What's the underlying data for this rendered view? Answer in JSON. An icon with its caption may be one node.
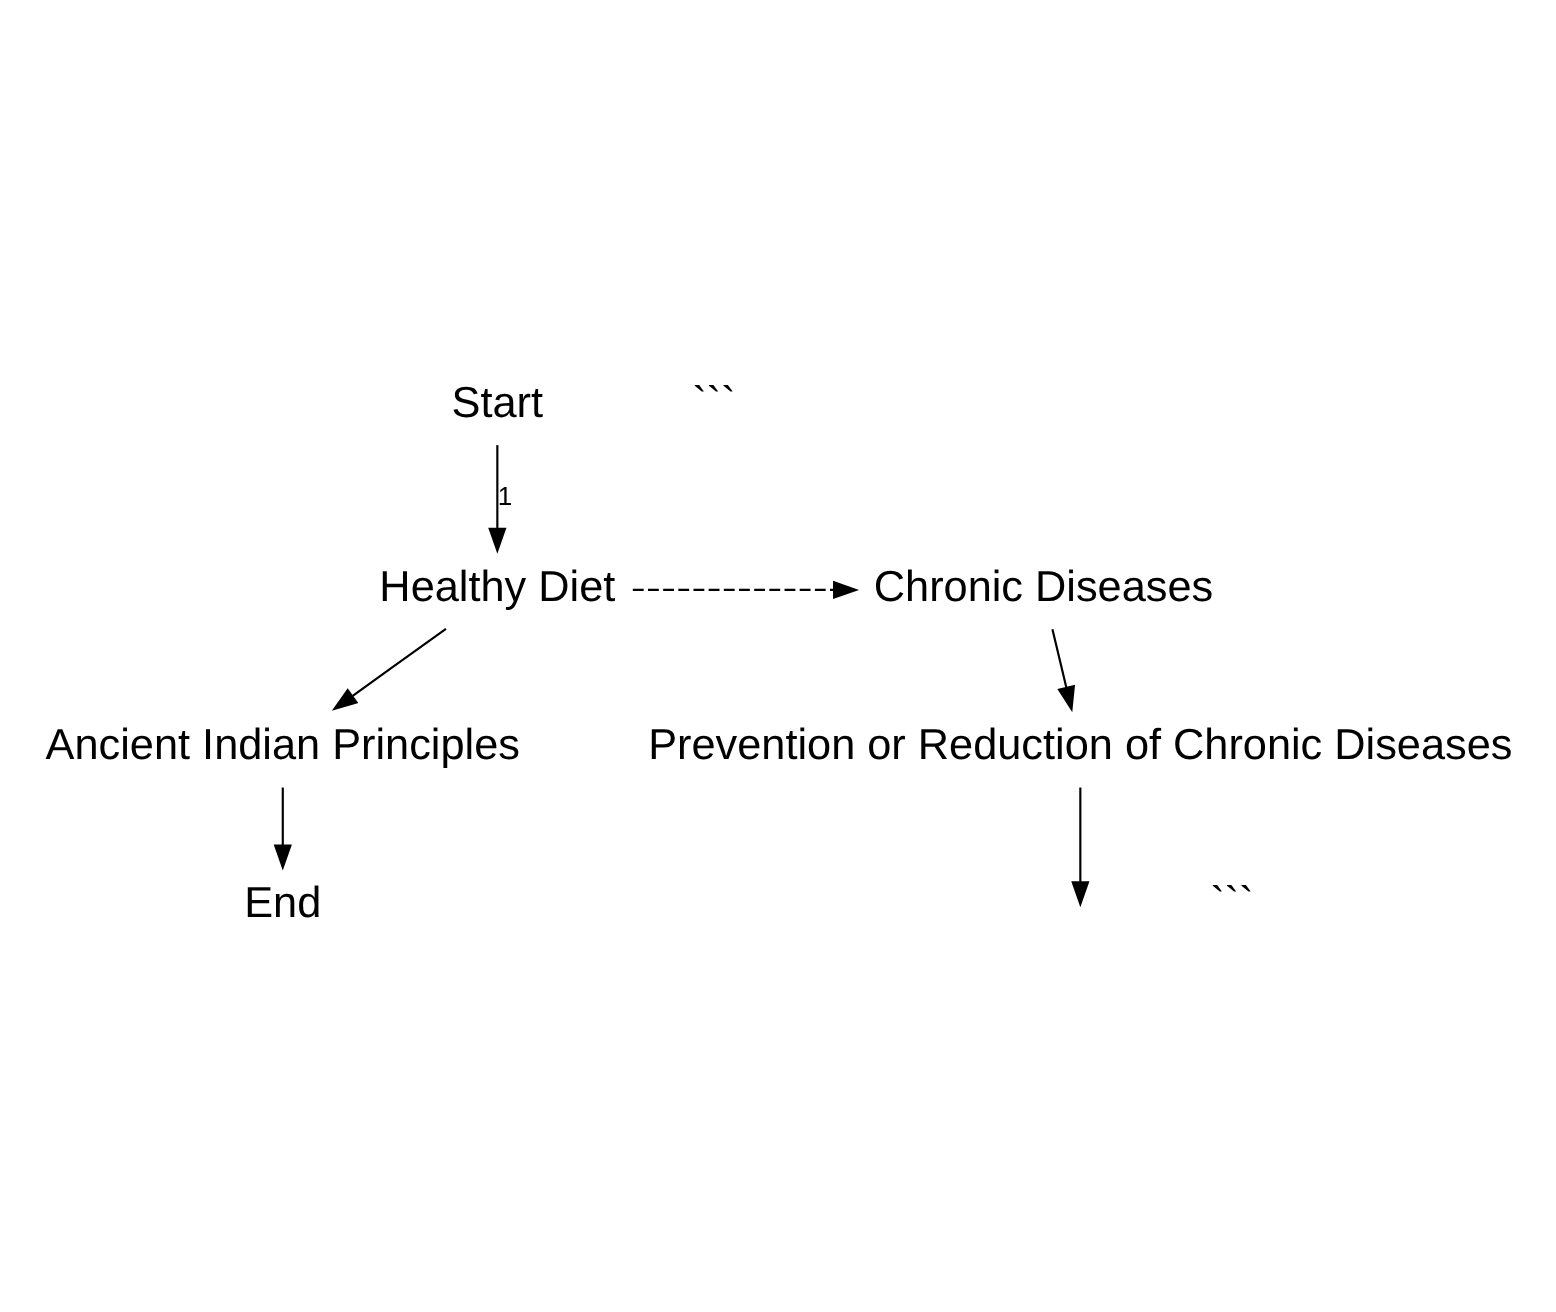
{
  "diagram": {
    "nodes": [
      {
        "text": [
          "Start"
        ]
      },
      {
        "text": [
          "Healthy Diet"
        ]
      },
      {
        "text": [
          "Chronic Diseases"
        ]
      },
      {
        "text": [
          "Ancient Indian Principles"
        ]
      },
      {
        "text": [
          "Prevention or Reduction of Chronic Diseases"
        ]
      },
      {
        "text": [
          "End"
        ]
      }
    ],
    "edges": [
      {
        "from": 0,
        "to": 1,
        "arrow": "to",
        "label": "1"
      },
      {
        "from": 1,
        "to": 2,
        "arrow": "to",
        "style": "dashed"
      },
      {
        "from": 1,
        "to": 3,
        "arrow": "to"
      },
      {
        "from": 2,
        "to": 4,
        "arrow": "to"
      },
      {
        "from": 3,
        "to": 5,
        "arrow": "to"
      },
      {
        "from": 4,
        "to": null,
        "arrow": "to"
      }
    ],
    "labels": [
      "```",
      "```"
    ]
  }
}
